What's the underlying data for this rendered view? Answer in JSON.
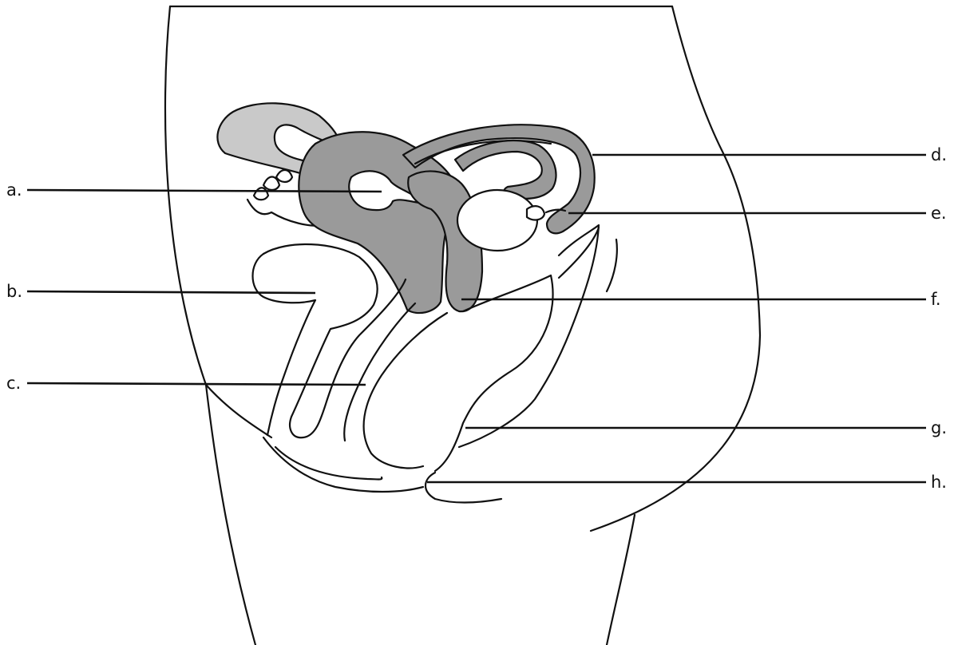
{
  "diagram": {
    "colors": {
      "light_fill": "#c9c9c9",
      "dark_fill": "#9a9a9a",
      "outline": "#111111"
    },
    "labels": [
      {
        "id": "a",
        "text": "a."
      },
      {
        "id": "b",
        "text": "b."
      },
      {
        "id": "c",
        "text": "c."
      },
      {
        "id": "d",
        "text": "d."
      },
      {
        "id": "e",
        "text": "e."
      },
      {
        "id": "f",
        "text": "f."
      },
      {
        "id": "g",
        "text": "g."
      },
      {
        "id": "h",
        "text": "h."
      }
    ]
  }
}
